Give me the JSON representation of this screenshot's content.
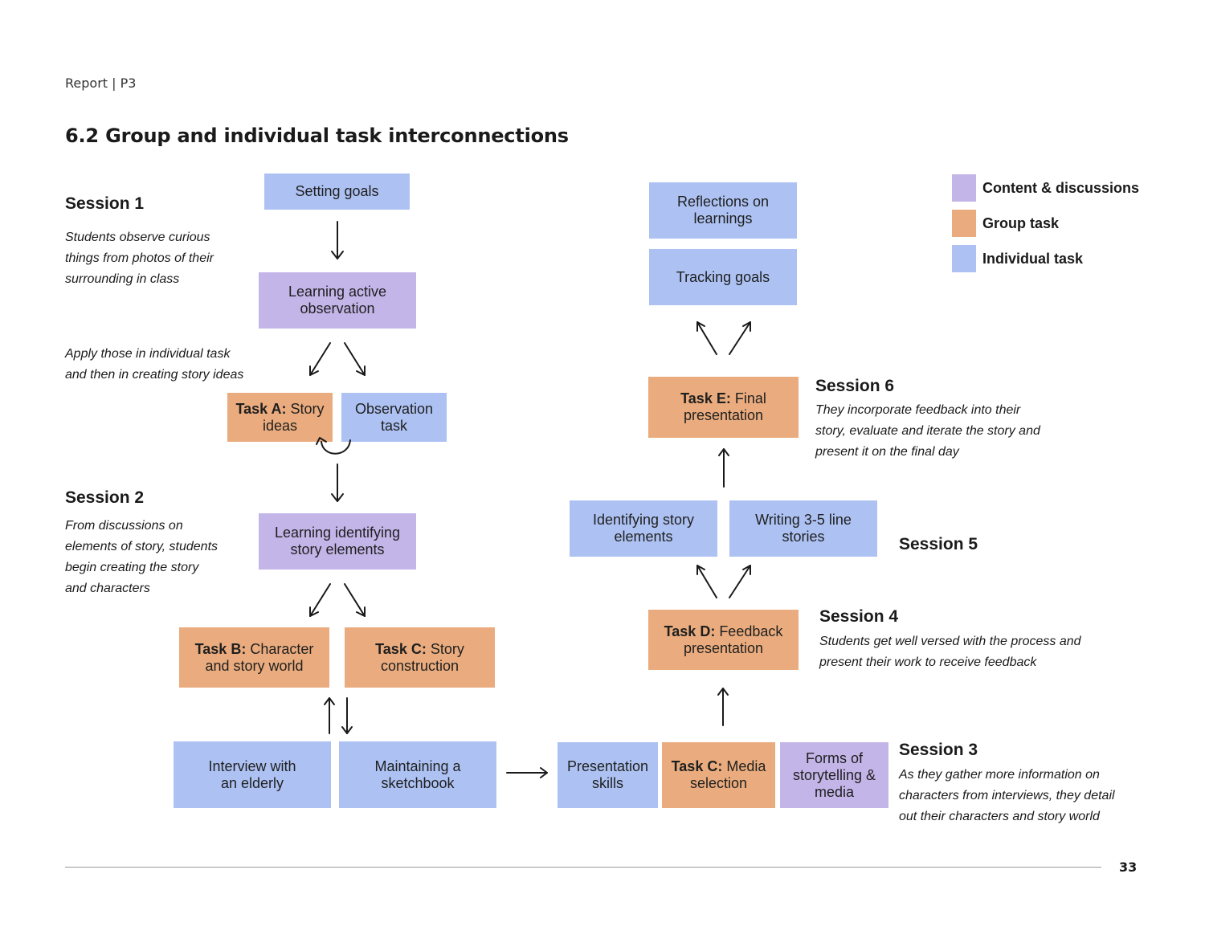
{
  "header": {
    "running_title": "Report | P3"
  },
  "title": "6.2 Group and individual task interconnections",
  "legend": [
    {
      "label": "Content & discussions",
      "color": "#c3b5e8"
    },
    {
      "label": "Group task",
      "color": "#eaac7e"
    },
    {
      "label": "Individual task",
      "color": "#adc2f3"
    }
  ],
  "sessions": {
    "s1": {
      "title": "Session 1",
      "desc": [
        "Students observe curious",
        "things from photos of their",
        "surrounding in class"
      ]
    },
    "s1_note": [
      "Apply those in individual task",
      "and then in creating story ideas"
    ],
    "s2": {
      "title": "Session 2",
      "desc": [
        "From discussions on",
        "elements of story, students",
        "begin creating the story",
        "and characters"
      ]
    },
    "s3": {
      "title": "Session 3",
      "desc": [
        "As they gather more information on",
        "characters from interviews, they detail",
        "out their characters and story world"
      ]
    },
    "s4": {
      "title": "Session 4",
      "desc": [
        "Students get well versed with the process and",
        "present their work to receive feedback"
      ]
    },
    "s5": {
      "title": "Session 5"
    },
    "s6": {
      "title": "Session 6",
      "desc": [
        "They incorporate feedback into their",
        "story, evaluate and iterate the story and",
        "present it on the final day"
      ]
    }
  },
  "nodes": {
    "setting_goals": {
      "text": "Setting goals",
      "kind": "individual"
    },
    "learning_observation": {
      "line1": "Learning active",
      "line2": "observation",
      "kind": "content"
    },
    "task_a": {
      "bold": "Task A:",
      "rest": " Story",
      "line2": "ideas",
      "kind": "group"
    },
    "observation_task": {
      "line1": "Observation",
      "line2": "task",
      "kind": "individual"
    },
    "learning_story": {
      "line1": "Learning identifying",
      "line2": "story elements",
      "kind": "content"
    },
    "task_b": {
      "bold": "Task B:",
      "rest": " Character",
      "line2": "and story world",
      "kind": "group"
    },
    "task_c_story": {
      "bold": "Task C:",
      "rest": " Story",
      "line2": "construction",
      "kind": "group"
    },
    "interview": {
      "line1": "Interview with",
      "line2": "an elderly",
      "kind": "individual"
    },
    "sketchbook": {
      "line1": "Maintaining a",
      "line2": "sketchbook",
      "kind": "individual"
    },
    "presentation_skills": {
      "line1": "Presentation",
      "line2": "skills",
      "kind": "individual"
    },
    "task_c_media": {
      "bold": "Task C:",
      "rest": " Media",
      "line2": "selection",
      "kind": "group"
    },
    "forms_storytelling": {
      "line1": "Forms of",
      "line2": "storytelling &",
      "line3": "media",
      "kind": "content"
    },
    "task_d": {
      "bold": "Task D:",
      "rest": " Feedback",
      "line2": "presentation",
      "kind": "group"
    },
    "identifying_elements": {
      "line1": "Identifying story",
      "line2": "elements",
      "kind": "individual"
    },
    "writing_stories": {
      "line1": "Writing 3-5 line",
      "line2": "stories",
      "kind": "individual"
    },
    "task_e": {
      "bold": "Task E:",
      "rest": " Final",
      "line2": "presentation",
      "kind": "group"
    },
    "tracking_goals": {
      "text": "Tracking goals",
      "kind": "individual"
    },
    "reflections": {
      "line1": "Reflections on",
      "line2": "learnings",
      "kind": "individual"
    }
  },
  "footer": {
    "page_number": "33"
  }
}
